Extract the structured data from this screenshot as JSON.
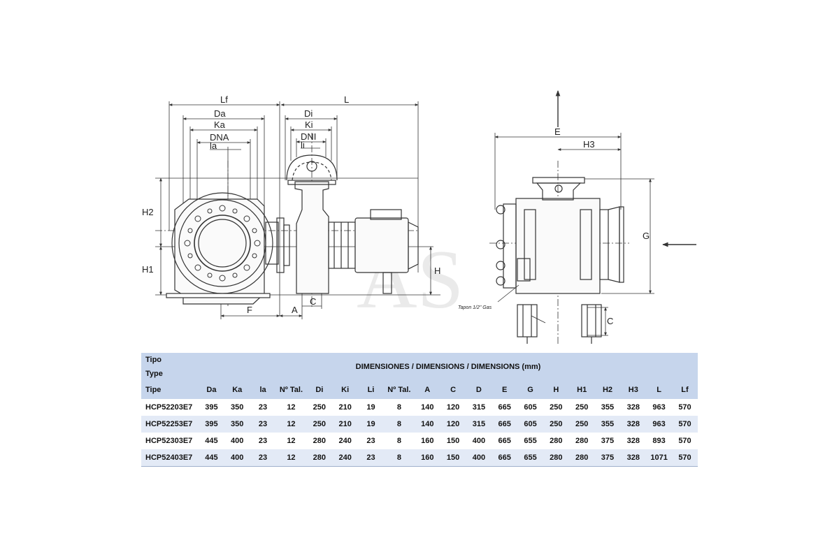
{
  "drawing": {
    "watermark": "AS",
    "note": "Tapon 1/2\" Gas",
    "labels": {
      "lf": "Lf",
      "da": "Da",
      "ka": "Ka",
      "dna": "DNA",
      "la": "la",
      "l": "L",
      "di": "Di",
      "ki": "Ki",
      "dni": "DNI",
      "li": "li",
      "h2": "H2",
      "h1": "H1",
      "h": "H",
      "f": "F",
      "a": "A",
      "c": "C",
      "e": "E",
      "h3": "H3",
      "g": "G",
      "c2": "C"
    }
  },
  "table": {
    "header": {
      "tipo": "Tipo",
      "type": "Type",
      "title": "DIMENSIONES / DIMENSIONS / DIMENSIONS (mm)"
    },
    "columns": [
      "Tipe",
      "Da",
      "Ka",
      "la",
      "Nº Tal.",
      "Di",
      "Ki",
      "Li",
      "Nº Tal.",
      "A",
      "C",
      "D",
      "E",
      "G",
      "H",
      "H1",
      "H2",
      "H3",
      "L",
      "Lf"
    ],
    "rows": [
      [
        "HCP52203E7",
        "395",
        "350",
        "23",
        "12",
        "250",
        "210",
        "19",
        "8",
        "140",
        "120",
        "315",
        "665",
        "605",
        "250",
        "250",
        "355",
        "328",
        "963",
        "570"
      ],
      [
        "HCP52253E7",
        "395",
        "350",
        "23",
        "12",
        "250",
        "210",
        "19",
        "8",
        "140",
        "120",
        "315",
        "665",
        "605",
        "250",
        "250",
        "355",
        "328",
        "963",
        "570"
      ],
      [
        "HCP52303E7",
        "445",
        "400",
        "23",
        "12",
        "280",
        "240",
        "23",
        "8",
        "160",
        "150",
        "400",
        "665",
        "655",
        "280",
        "280",
        "375",
        "328",
        "893",
        "570"
      ],
      [
        "HCP52403E7",
        "445",
        "400",
        "23",
        "12",
        "280",
        "240",
        "23",
        "8",
        "160",
        "150",
        "400",
        "665",
        "655",
        "280",
        "280",
        "375",
        "328",
        "1071",
        "570"
      ]
    ]
  }
}
